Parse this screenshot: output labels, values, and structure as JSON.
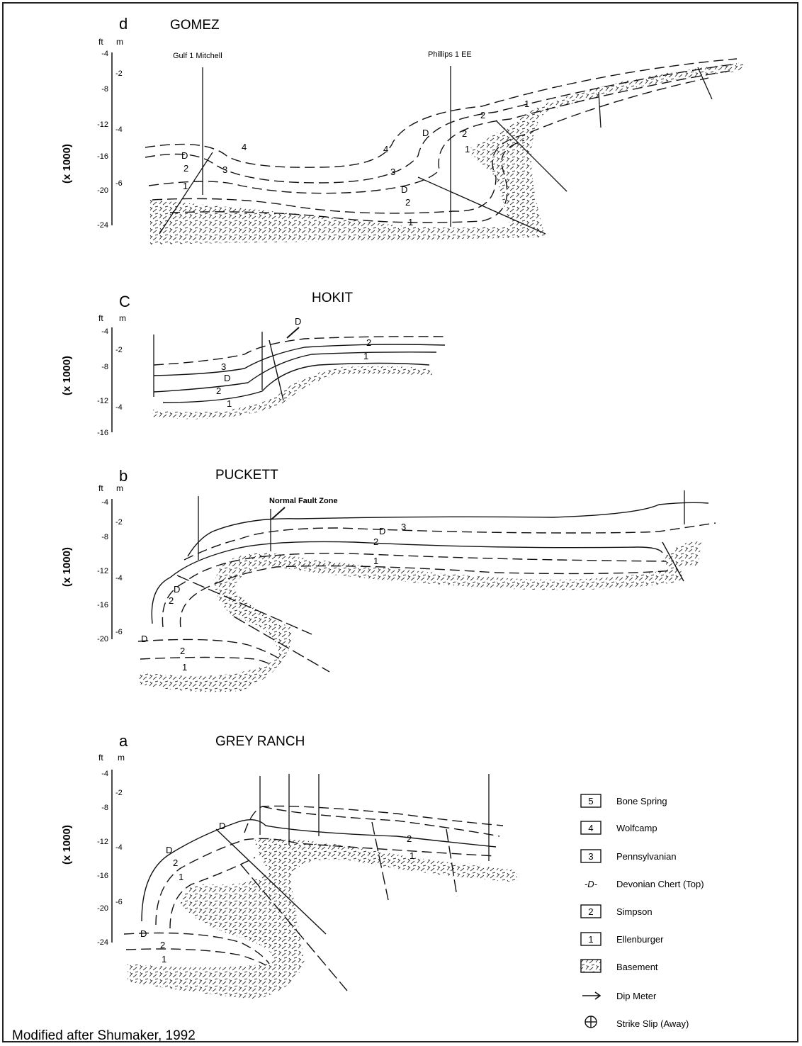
{
  "credit": "Modified after Shumaker, 1992",
  "axis_units": {
    "ft": "ft",
    "m": "m",
    "scale": "(x 1000)"
  },
  "panels": {
    "d": {
      "letter": "d",
      "title": "GOMEZ",
      "ft_ticks": [
        "-4",
        "-8",
        "-12",
        "-16",
        "-20",
        "-24"
      ],
      "m_ticks": [
        "-2",
        "-4",
        "-6"
      ],
      "wells": [
        "Gulf 1 Mitchell",
        "Phillips 1 EE"
      ],
      "layer_labels": [
        "4",
        "D",
        "2",
        "3",
        "1",
        "4",
        "3",
        "D",
        "2",
        "1",
        "D",
        "2",
        "1",
        "2",
        "1"
      ]
    },
    "c": {
      "letter": "C",
      "title": "HOKIT",
      "ft_ticks": [
        "-4",
        "-8",
        "-12",
        "-16"
      ],
      "m_ticks": [
        "-2",
        "-4"
      ],
      "callout": "D",
      "layer_labels": [
        "3",
        "D",
        "2",
        "1",
        "2",
        "1"
      ]
    },
    "b": {
      "letter": "b",
      "title": "PUCKETT",
      "ft_ticks": [
        "-4",
        "-8",
        "-12",
        "-16",
        "-20"
      ],
      "m_ticks": [
        "-2",
        "-4",
        "-6"
      ],
      "callout": "Normal Fault Zone",
      "layer_labels": [
        "D",
        "3",
        "2",
        "1",
        "2",
        "D",
        "D",
        "2",
        "1"
      ]
    },
    "a": {
      "letter": "a",
      "title": "GREY RANCH",
      "ft_ticks": [
        "-4",
        "-8",
        "-12",
        "-16",
        "-20",
        "-24"
      ],
      "m_ticks": [
        "-2",
        "-4",
        "-6"
      ],
      "layer_labels": [
        "D",
        "D",
        "2",
        "1",
        "2",
        "1",
        "D",
        "2",
        "1"
      ]
    }
  },
  "legend": [
    {
      "key": "5",
      "label": "Bone Spring",
      "kind": "box"
    },
    {
      "key": "4",
      "label": "Wolfcamp",
      "kind": "box"
    },
    {
      "key": "3",
      "label": "Pennsylvanian",
      "kind": "box"
    },
    {
      "key": "-D-",
      "label": "Devonian Chert (Top)",
      "kind": "line"
    },
    {
      "key": "2",
      "label": "Simpson",
      "kind": "box"
    },
    {
      "key": "1",
      "label": "Ellenburger",
      "kind": "box"
    },
    {
      "key": "",
      "label": "Basement",
      "kind": "hatch"
    },
    {
      "key": "",
      "label": "Dip Meter",
      "kind": "arrow",
      "icon": "arrow-right-icon"
    },
    {
      "key": "",
      "label": "Strike Slip (Away)",
      "kind": "circle",
      "icon": "circle-plus-icon"
    }
  ]
}
